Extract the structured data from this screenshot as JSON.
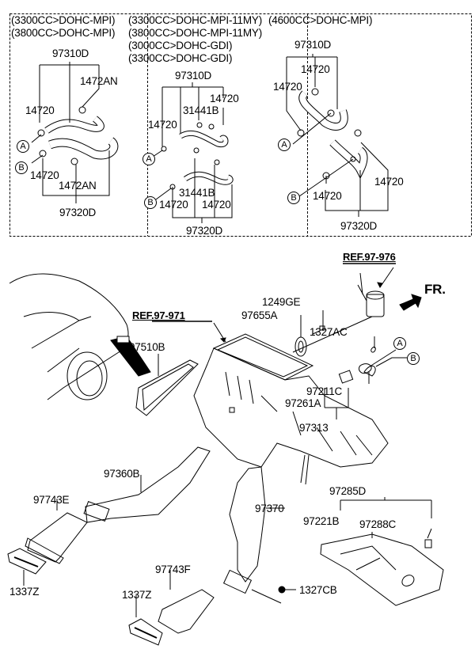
{
  "top_panels": [
    {
      "engines": [
        "(3300CC>DOHC-MPI)",
        "(3800CC>DOHC-MPI)"
      ],
      "parts": [
        "97310D",
        "1472AN",
        "14720",
        "14720",
        "1472AN",
        "97320D"
      ]
    },
    {
      "engines": [
        "(3300CC>DOHC-MPI-11MY)",
        "(3800CC>DOHC-MPI-11MY)",
        "(3000CC>DOHC-GDI)",
        "(3300CC>DOHC-GDI)"
      ],
      "parts": [
        "97310D",
        "14720",
        "31441B",
        "14720",
        "31441B",
        "14720",
        "14720",
        "97320D"
      ]
    },
    {
      "engines": [
        "(4600CC>DOHC-MPI)"
      ],
      "parts": [
        "97310D",
        "14720",
        "14720",
        "14720",
        "14720",
        "97320D"
      ]
    }
  ],
  "callouts": {
    "a": "A",
    "b": "B"
  },
  "main": {
    "refs": [
      "REF.97-976",
      "REF.97-971"
    ],
    "front_marker": "FR.",
    "parts": [
      "1249GE",
      "97655A",
      "1327AC",
      "97510B",
      "97211C",
      "97261A",
      "97313",
      "97360B",
      "97743E",
      "97370",
      "97285D",
      "97221B",
      "97288C",
      "1337Z",
      "97743F",
      "1337Z",
      "1327CB"
    ]
  }
}
